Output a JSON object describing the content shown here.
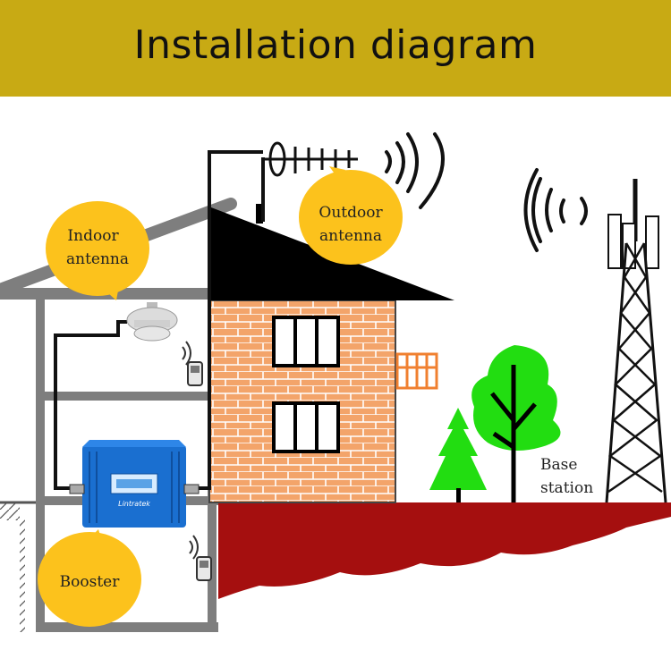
{
  "header": {
    "title": "Installation diagram"
  },
  "labels": {
    "outdoor_1": "Outdoor",
    "outdoor_2": "antenna",
    "indoor_1": "Indoor",
    "indoor_2": "antenna",
    "booster": "Booster",
    "base_1": "Base",
    "base_2": "station",
    "brand": "Lintratek"
  },
  "colors": {
    "banner": "#c8aa14",
    "bubble": "#fcc21c",
    "brick": "#f3a46a",
    "roof": "#000000",
    "ground": "#a50f0f",
    "tree": "#22dd11",
    "booster": "#1a6fd0"
  }
}
